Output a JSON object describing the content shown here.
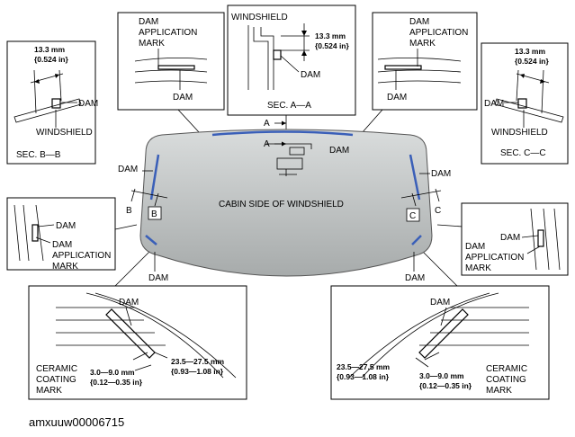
{
  "labels": {
    "dam": "DAM",
    "dam_application_mark": [
      "DAM",
      "APPLICATION",
      "MARK"
    ],
    "windshield": "WINDSHIELD",
    "ceramic_coating_mark": [
      "CERAMIC",
      "COATING",
      "MARK"
    ],
    "cabin_side": "CABIN SIDE OF WINDSHIELD",
    "sec_a": "SEC. A—A",
    "sec_b": "SEC. B—B",
    "sec_c": "SEC. C—C",
    "letter_a": "A",
    "letter_b": "B",
    "letter_c": "C"
  },
  "dimensions": {
    "gap_mm": "13.3 mm",
    "gap_in": "{0.524 in}",
    "width_mm": "3.0—9.0 mm",
    "width_in": "{0.12—0.35 in}",
    "length_mm": "23.5—27.5 mm",
    "length_in": "{0.93—1.08 in}"
  },
  "doc_id": "amxuuw00006715",
  "colors": {
    "glass": "#b9bdbd",
    "dam_line": "#3a5fb8"
  }
}
